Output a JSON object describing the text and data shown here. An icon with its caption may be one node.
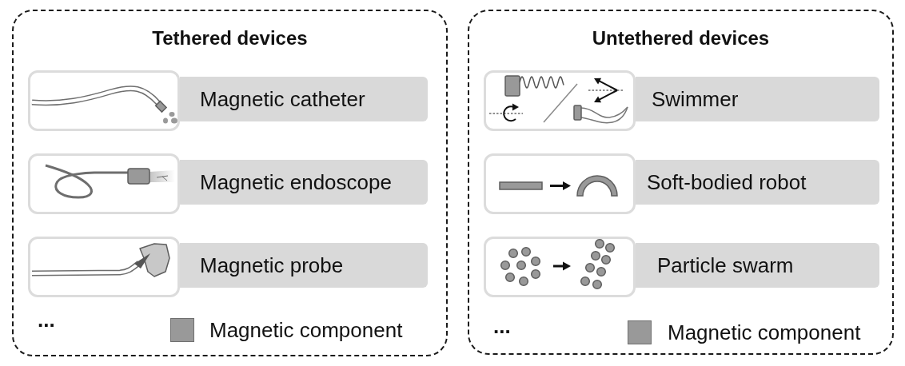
{
  "diagram": {
    "nodes": [
      {
        "text": [
          "Tethered devices"
        ]
      },
      {
        "text": [],
        "shape": "picture",
        "in": 0
      },
      {
        "text": [
          "Magnetic catheter"
        ],
        "in": 0
      },
      {
        "text": [],
        "shape": "picture",
        "in": 0
      },
      {
        "text": [
          "Magnetic endoscope"
        ],
        "in": 0
      },
      {
        "text": [],
        "shape": "picture",
        "in": 0
      },
      {
        "text": [
          "Magnetic probe"
        ],
        "in": 0
      },
      {
        "text": [
          "Untethered devices"
        ]
      },
      {
        "text": [],
        "shape": "picture",
        "in": 7
      },
      {
        "text": [
          "Swimmer"
        ],
        "in": 7
      },
      {
        "text": [],
        "shape": "picture",
        "in": 7
      },
      {
        "text": [
          "Soft-bodied robot"
        ],
        "in": 7
      },
      {
        "text": [],
        "shape": "picture",
        "in": 7
      },
      {
        "text": [
          "Particle swarm"
        ],
        "in": 7
      }
    ],
    "labels": [
      "...",
      "..."
    ],
    "legend": [
      {
        "text": "Magnetic component",
        "color": "#999999"
      },
      {
        "text": "Magnetic component",
        "color": "#999999"
      }
    ]
  }
}
